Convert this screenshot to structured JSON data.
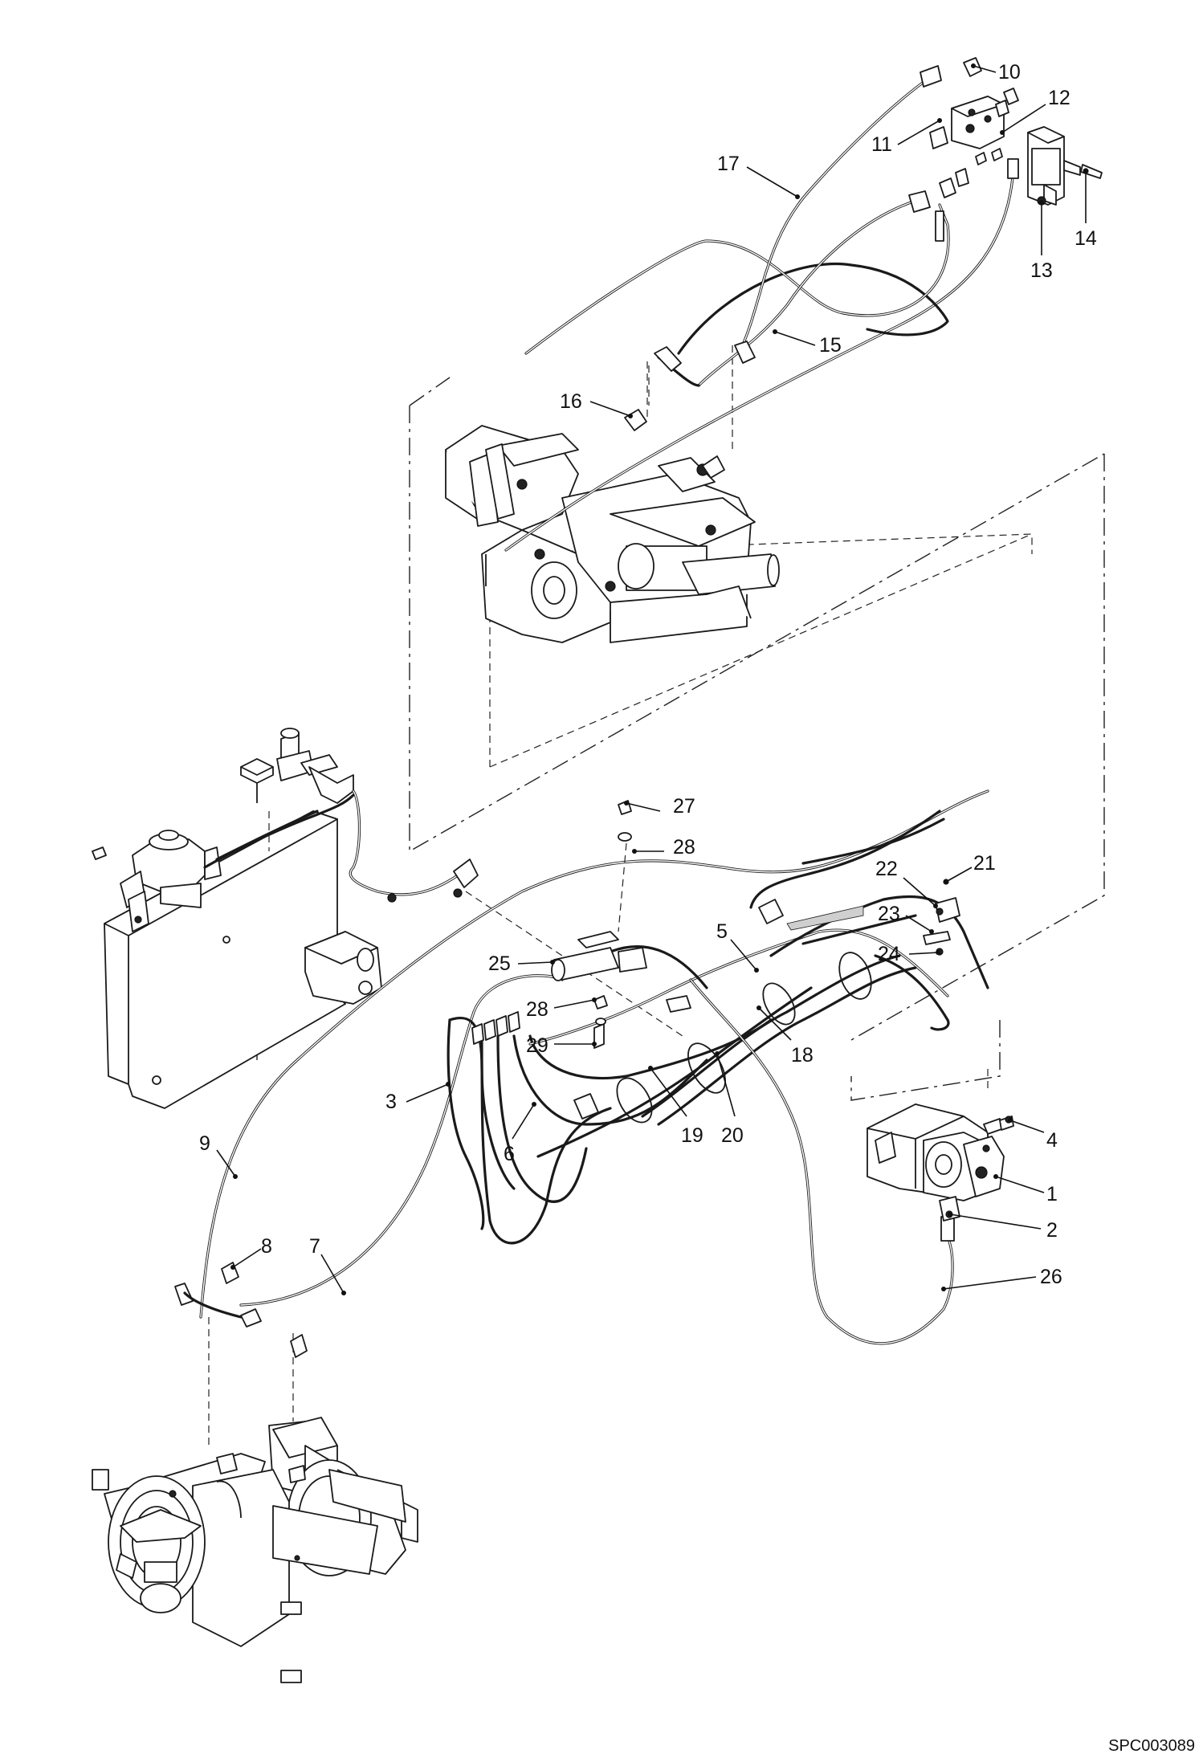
{
  "drawing_code": "SPC003089",
  "callouts": {
    "c1": "1",
    "c2": "2",
    "c3": "3",
    "c4": "4",
    "c5": "5",
    "c6": "6",
    "c7": "7",
    "c8": "8",
    "c9": "9",
    "c10": "10",
    "c11": "11",
    "c12": "12",
    "c13": "13",
    "c14": "14",
    "c15": "15",
    "c16": "16",
    "c17": "17",
    "c18": "18",
    "c19": "19",
    "c20": "20",
    "c21": "21",
    "c22": "22",
    "c23": "23",
    "c24": "24",
    "c25": "25",
    "c26": "26",
    "c27": "27",
    "c28a": "28",
    "c28b": "28",
    "c29": "29"
  }
}
